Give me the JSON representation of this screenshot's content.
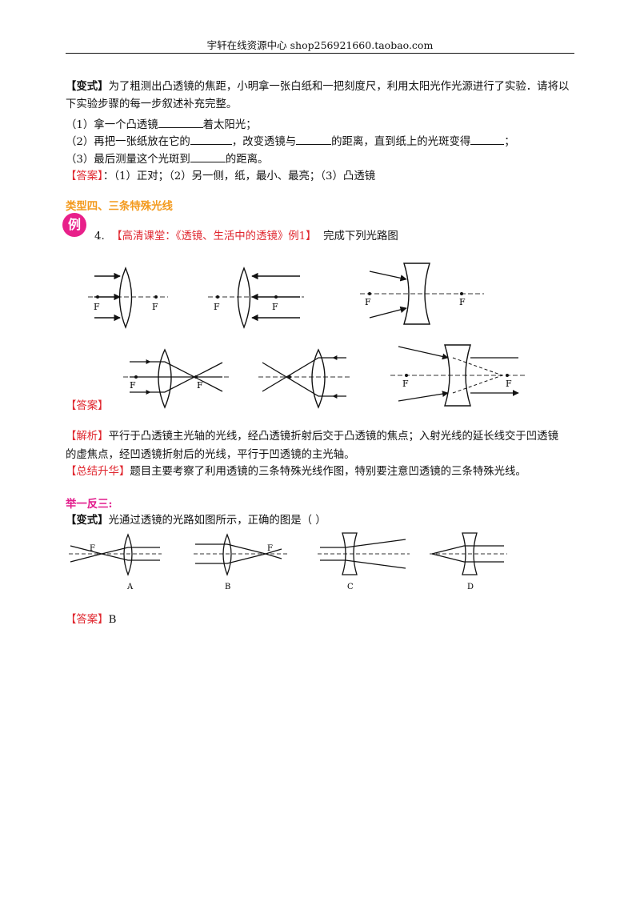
{
  "header": {
    "text": "宇轩在线资源中心   shop256921660.taobao.com"
  },
  "variant1": {
    "label": "【变式】",
    "text_line1": "为了粗测出凸透镜的焦距，小明拿一张白纸和一把刻度尺，利用太阳光作光源进行了实验．请将以",
    "text_line2": "下实验步骤的每一步叙述补充完整。",
    "step1_a": "（1）拿一个凸透镜",
    "step1_b": "着太阳光；",
    "step2_a": "（2）再把一张纸放在它的",
    "step2_b": "，改变透镜与",
    "step2_c": "的距离，直到纸上的光斑变得",
    "step2_d": "；",
    "step3_a": "（3）最后测量这个光斑到",
    "step3_b": "的距离。",
    "answer_label": "【答案】",
    "answer_text": "：（1）正对；（2）另一侧，纸，最小、最亮；（3）凸透镜"
  },
  "section4": {
    "title": "类型四、三条特殊光线",
    "example_badge": "例",
    "number": "4.",
    "source": "【高清课堂：《透镜、生活中的透镜》例1】",
    "instruction": "完成下列光路图",
    "focus_label": "F"
  },
  "answer2": {
    "label": "【答案】"
  },
  "analysis": {
    "label": "【解析】",
    "line1": "平行于凸透镜主光轴的光线，经凸透镜折射后交于凸透镜的焦点；入射光线的延长线交于凹透镜",
    "line2": "的虚焦点，经凹透镜折射后的光线，平行于凹透镜的主光轴。"
  },
  "summary": {
    "label": "【总结升华】",
    "text": "题目主要考察了利用透镜的三条特殊光线作图，特别要注意凹透镜的三条特殊光线。"
  },
  "practice": {
    "title": "举一反三:",
    "label": "【变式】",
    "question": "光通过透镜的光路如图所示，正确的图是（     ）",
    "options": [
      "A",
      "B",
      "C",
      "D"
    ],
    "answer_label": "【答案】",
    "answer": "B"
  }
}
